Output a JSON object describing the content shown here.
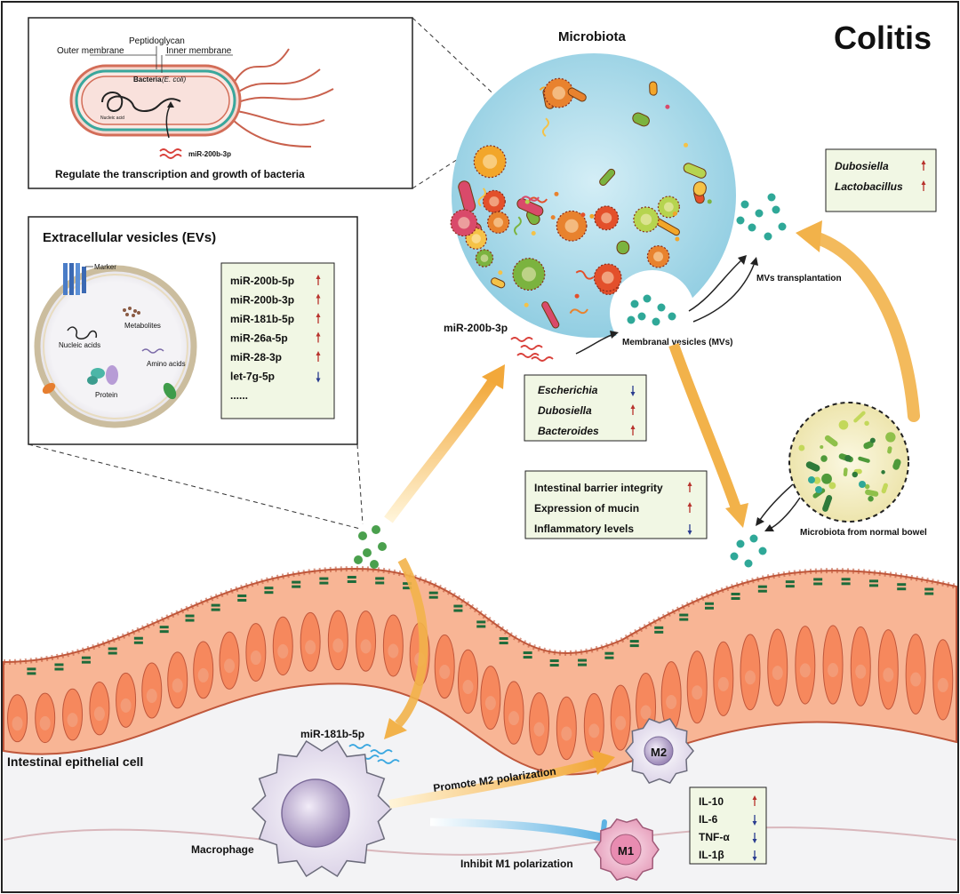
{
  "title": "Colitis",
  "bacteria_panel": {
    "label_outer": "Outer membrane",
    "label_peptido": "Peptidoglycan",
    "label_inner": "Inner membrane",
    "label_bacteria": "Bacteria",
    "label_ecoli": "(E. coli)",
    "label_nucleic": "Nucleic acid",
    "label_mirna": "miR-200b-3p",
    "caption": "Regulate the transcription and growth of bacteria"
  },
  "ev_panel": {
    "title": "Extracellular vesicles (EVs)",
    "label_marker": "Marker",
    "label_metabolites": "Metabolites",
    "label_nucleic": "Nucleic acids",
    "label_amino": "Amino acids",
    "label_protein": "Protein",
    "mirnas": [
      {
        "name": "miR-200b-5p",
        "trend": "up",
        "highlight": true
      },
      {
        "name": "miR-200b-3p",
        "trend": "up",
        "highlight": true
      },
      {
        "name": "miR-181b-5p",
        "trend": "up",
        "highlight": false
      },
      {
        "name": "miR-26a-5p",
        "trend": "up",
        "highlight": false
      },
      {
        "name": "miR-28-3p",
        "trend": "up",
        "highlight": false
      },
      {
        "name": "let-7g-5p",
        "trend": "down",
        "highlight": false
      },
      {
        "name": "......",
        "trend": "",
        "highlight": false
      }
    ]
  },
  "microbiota": {
    "title": "Microbiota",
    "mir_label": "miR-200b-3p",
    "mvs_label": "Membranal vesicles (MVs)",
    "transplant_label": "MVs transplantation",
    "normal_label": "Microbiota from normal bowel",
    "genera_box": [
      {
        "name": "Escherichia",
        "trend": "down"
      },
      {
        "name": "Dubosiella",
        "trend": "up"
      },
      {
        "name": "Bacteroides",
        "trend": "up"
      }
    ],
    "transplant_box": [
      {
        "name": "Dubosiella",
        "trend": "up"
      },
      {
        "name": "Lactobacillus",
        "trend": "up"
      }
    ]
  },
  "barrier_box": [
    {
      "name": "Intestinal barrier integrity",
      "trend": "up"
    },
    {
      "name": "Expression of mucin",
      "trend": "up"
    },
    {
      "name": "Inflammatory levels",
      "trend": "down"
    }
  ],
  "epithelium": {
    "label": "Intestinal epithelial cell",
    "mir_label": "miR-181b-5p"
  },
  "macrophage": {
    "label": "Macrophage",
    "promote_label": "Promote M2 polarization",
    "inhibit_label": "Inhibit M1 polarization",
    "m2_label": "M2",
    "m1_label": "M1"
  },
  "cytokines": [
    {
      "name": "IL-10",
      "trend": "up"
    },
    {
      "name": "IL-6",
      "trend": "down"
    },
    {
      "name": "TNF-α",
      "trend": "down"
    },
    {
      "name": "IL-1β",
      "trend": "down"
    }
  ],
  "colors": {
    "up_arrow": "#b8322c",
    "down_arrow": "#2a3c8f",
    "highlight_text": "#2b3a8c",
    "box_fill": "#f1f7e4",
    "microbiota_fill": "#a9dbe9",
    "epithelium_fill": "#f4a07d",
    "arrow_orange": "#f5b84f",
    "inhibit_blue": "#7bc4e8"
  }
}
